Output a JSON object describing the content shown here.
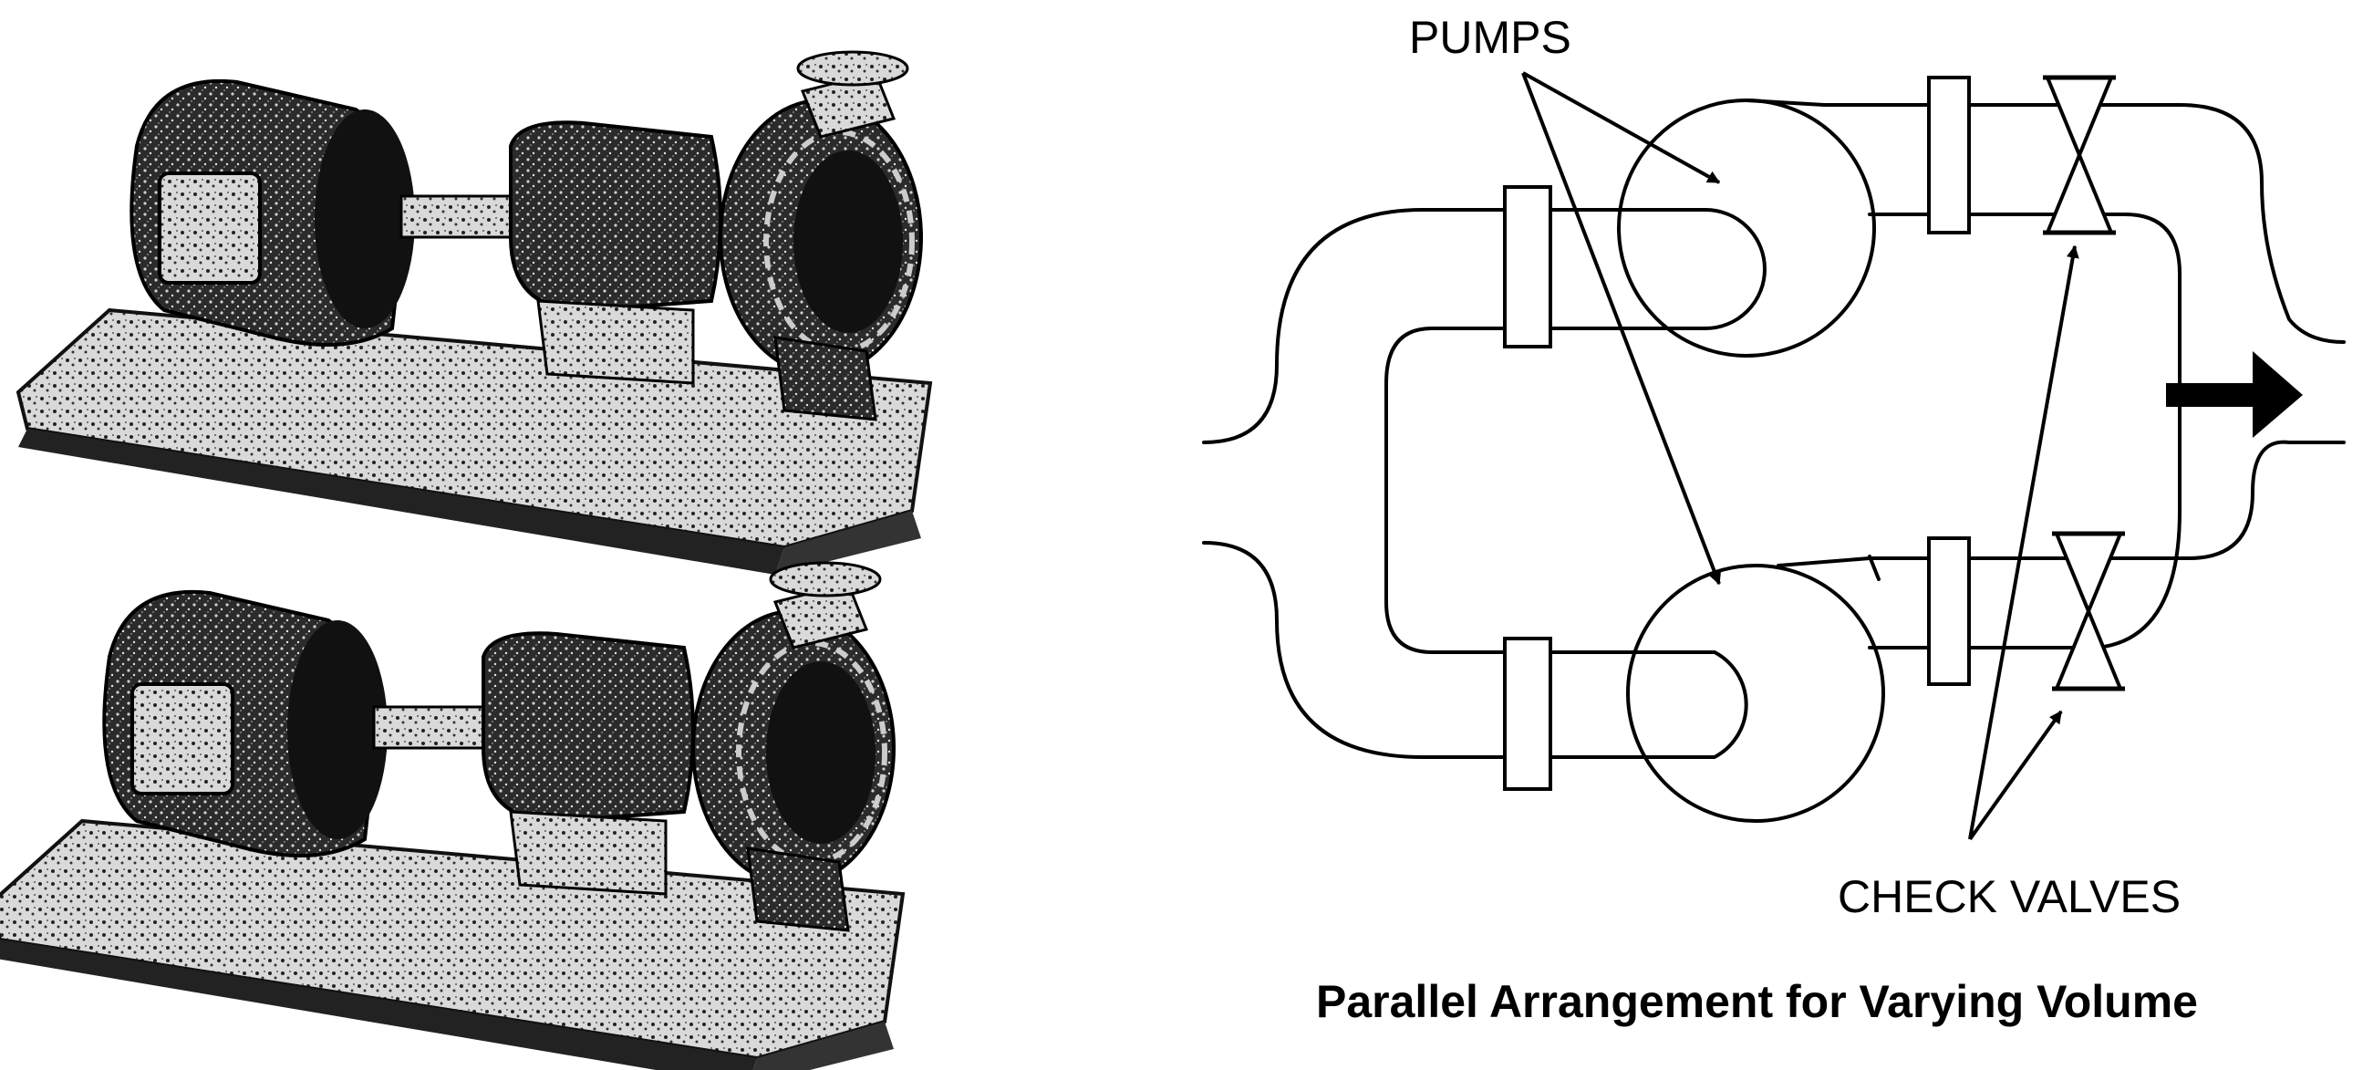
{
  "diagram": {
    "label_pumps": "PUMPS",
    "label_check_valves": "CHECK VALVES",
    "caption": "Parallel Arrangement for Varying Volume"
  },
  "illustrations": {
    "pump_unit_top": "pump-motor-illustration",
    "pump_unit_bottom": "pump-motor-illustration"
  }
}
